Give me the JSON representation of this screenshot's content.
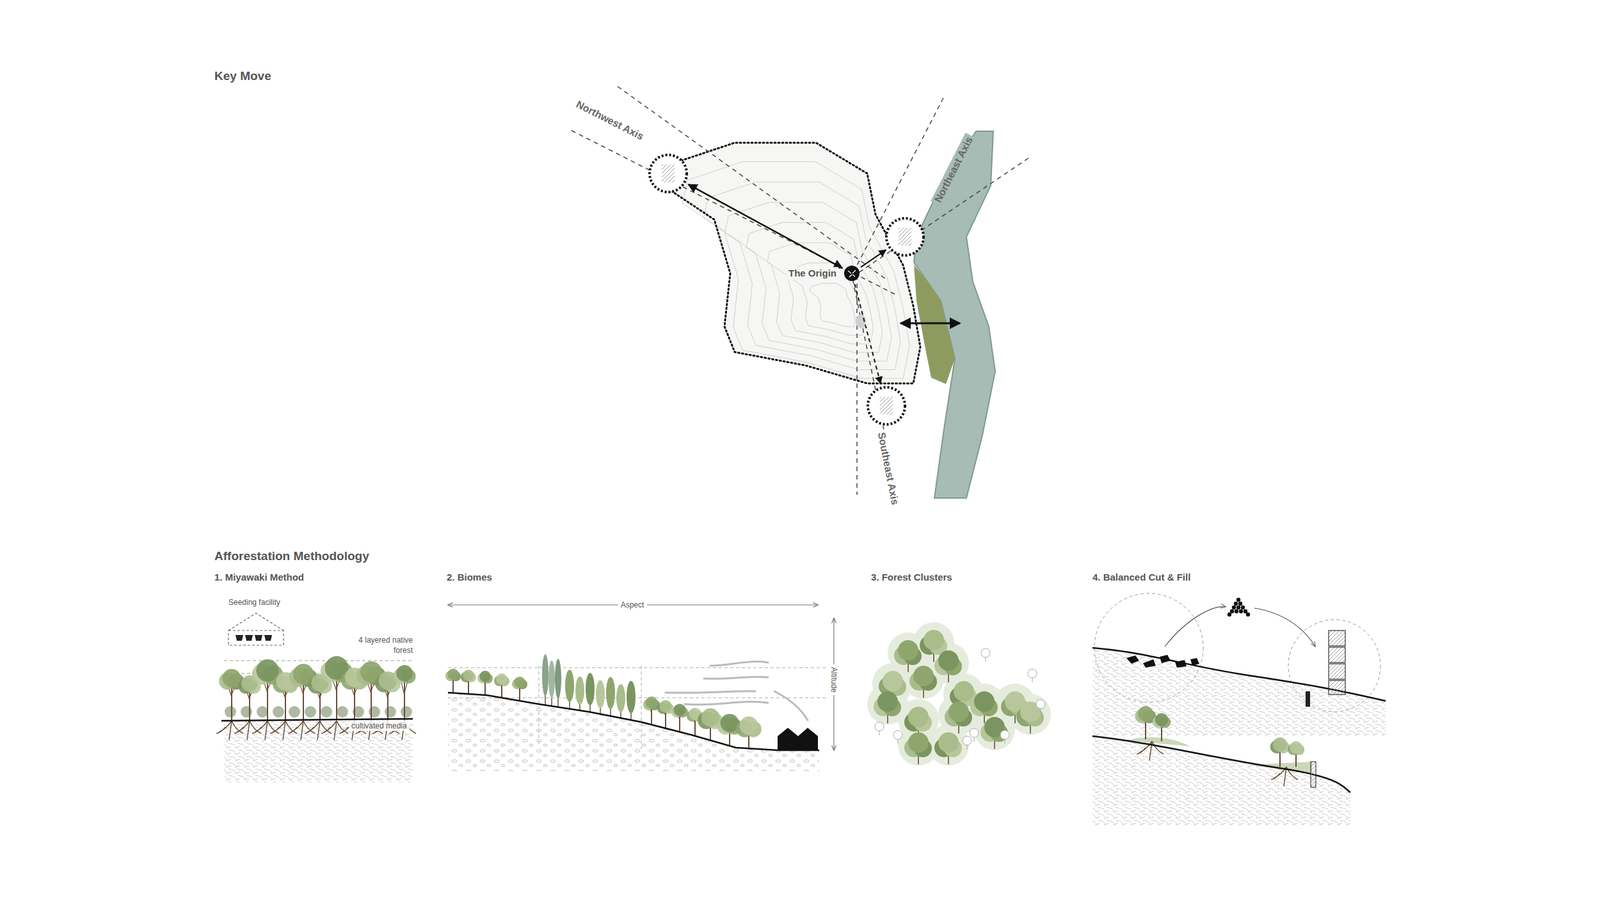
{
  "diagram": {
    "title": "Key Move",
    "nodes": [
      {
        "text": [
          "Northwest Axis"
        ]
      },
      {
        "text": [
          "Northeast Axis"
        ]
      },
      {
        "text": [
          "The Origin"
        ]
      },
      {
        "text": [
          "Southeast Axis"
        ]
      }
    ],
    "edges": [
      {
        "from": 0,
        "to": 2,
        "arrow": "both"
      },
      {
        "from": 2,
        "to": 1,
        "arrow": "to"
      },
      {
        "from": 2,
        "to": 3,
        "arrow": "to"
      }
    ],
    "labels": [
      "Afforestation Methodology",
      "1. Miyawaki Method",
      "Seeding facility",
      "4 layered native forest",
      "cultivated media",
      "2. Biomes",
      "Aspect",
      "Altitude",
      "3. Forest Clusters",
      "4. Balanced Cut & Fill"
    ]
  }
}
